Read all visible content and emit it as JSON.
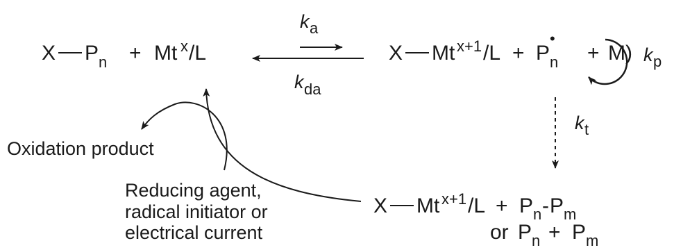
{
  "reaction": {
    "dormant_species": {
      "x": "X",
      "p": "P",
      "p_sub": "n",
      "plus": "+",
      "catalyst": "Mt",
      "catalyst_sup": "x",
      "ligand": "/L"
    },
    "active_species": {
      "x": "X",
      "deactivator": "Mt",
      "deactivator_sup": "x+1",
      "ligand": "/L",
      "plus1": "+",
      "radical": "P",
      "radical_sub": "n",
      "radical_dot": "•",
      "plus2": "+",
      "monomer": "M)"
    },
    "rate_constants": {
      "activation": {
        "symbol": "k",
        "subscript": "a"
      },
      "deactivation": {
        "symbol": "k",
        "subscript": "da"
      },
      "propagation": {
        "symbol": "k",
        "subscript": "p"
      },
      "termination": {
        "symbol": "k",
        "subscript": "t"
      }
    },
    "termination_products": {
      "x": "X",
      "deactivator": "Mt",
      "deactivator_sup": "x+1",
      "ligand": "/L",
      "plus": "+",
      "line1_p1": "P",
      "line1_p1_sub": "n",
      "dash": "-",
      "line1_p2": "P",
      "line1_p2_sub": "m",
      "line2_or": "or",
      "line2_p1": "P",
      "line2_p1_sub": "n",
      "line2_plus": "+",
      "line2_p2": "P",
      "line2_p2_sub": "m"
    },
    "regeneration": {
      "oxidation_product": "Oxidation product",
      "reducing_agents": [
        "Reducing agent,",
        "radical initiator or",
        "electrical current"
      ]
    }
  },
  "colors": {
    "ink": "#1a1a1a",
    "background": "#ffffff"
  }
}
